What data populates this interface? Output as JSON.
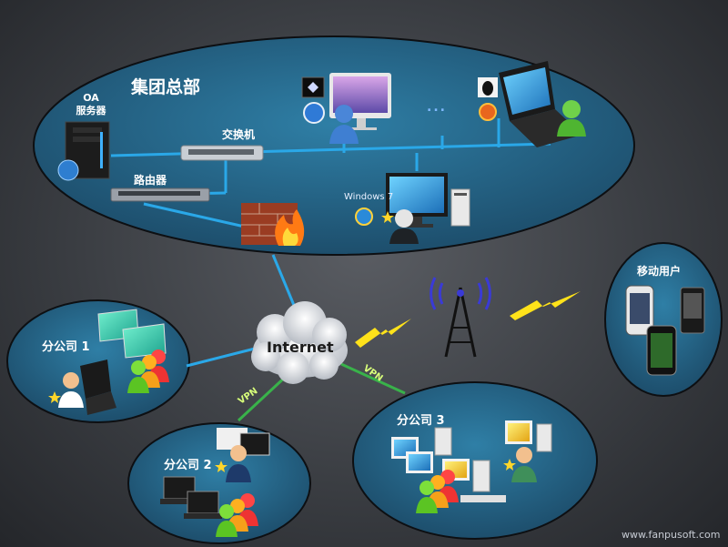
{
  "hq": {
    "title": "集团总部",
    "oa_server": "OA\n服务器",
    "switch": "交换机",
    "router": "路由器",
    "windows": "Windows 7",
    "dots": "..."
  },
  "internet": "Internet",
  "vpn": "VPN",
  "branches": {
    "b1": "分公司 1",
    "b2": "分公司 2",
    "b3": "分公司 3"
  },
  "mobile": {
    "title": "移动用户"
  },
  "watermark": {
    "url": "www.fanpusoft.com"
  },
  "colors": {
    "ellipse": "#2b6d8f",
    "cable": "#2aa8e8",
    "vpn_link": "#39b24a",
    "bolt": "#ffe21a",
    "background": "#3b3e43"
  },
  "icons": [
    "server-icon",
    "globe-icon",
    "switch-icon",
    "router-icon",
    "firewall-icon",
    "imac-icon",
    "laptop-icon",
    "monitor-icon",
    "tower-pc-icon",
    "user-icon",
    "user-group-icon",
    "radio-tower-icon",
    "lightning-icon",
    "phone-icon",
    "cloud-icon",
    "safari-icon",
    "firefox-icon",
    "ie-icon",
    "linux-icon",
    "apple-icon"
  ]
}
